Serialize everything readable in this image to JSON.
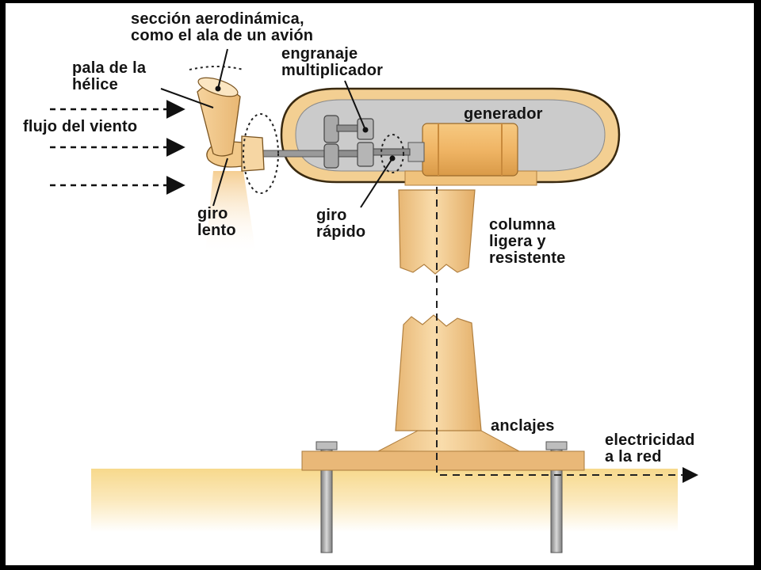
{
  "labels": {
    "airfoil_line1": "sección aerodinámica,",
    "airfoil_line2": "como el ala de un avión",
    "gearbox_line1": "engranaje",
    "gearbox_line2": "multiplicador",
    "blade_line1": "pala de la",
    "blade_line2": "hélice",
    "wind": "flujo del viento",
    "generator": "generador",
    "slow_line1": "giro",
    "slow_line2": "lento",
    "fast_line1": "giro",
    "fast_line2": "rápido",
    "column_line1": "columna",
    "column_line2": "ligera y",
    "column_line3": "resistente",
    "anchors": "anclajes",
    "grid_line1": "electricidad",
    "grid_line2": "a la red"
  },
  "colors": {
    "tan": "#f2c98a",
    "tan_light": "#f9deb0",
    "tan_dark": "#c98f46",
    "nacelle_rim": "#f3cf92",
    "nacelle_inside": "#cbcbcb",
    "metal": "#9a9a9a",
    "ground": "#f9e3a8"
  }
}
